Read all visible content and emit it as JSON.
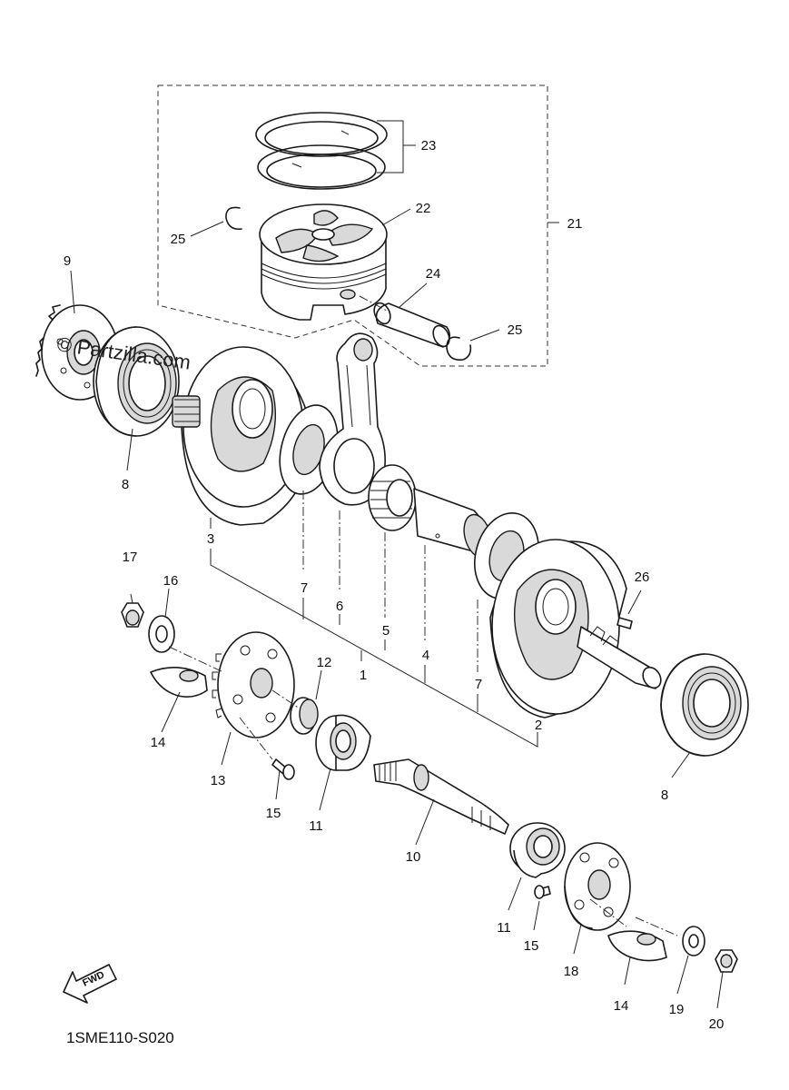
{
  "diagram": {
    "code": "1SME110-S020",
    "watermark": "© Partzilla.com",
    "fwd_label": "FWD",
    "callouts": [
      {
        "id": "c1",
        "text": "1"
      },
      {
        "id": "c2",
        "text": "2"
      },
      {
        "id": "c3",
        "text": "3"
      },
      {
        "id": "c4",
        "text": "4"
      },
      {
        "id": "c5",
        "text": "5"
      },
      {
        "id": "c6",
        "text": "6"
      },
      {
        "id": "c7a",
        "text": "7"
      },
      {
        "id": "c7b",
        "text": "7"
      },
      {
        "id": "c8a",
        "text": "8"
      },
      {
        "id": "c8b",
        "text": "8"
      },
      {
        "id": "c9",
        "text": "9"
      },
      {
        "id": "c10",
        "text": "10"
      },
      {
        "id": "c11a",
        "text": "11"
      },
      {
        "id": "c11b",
        "text": "11"
      },
      {
        "id": "c12",
        "text": "12"
      },
      {
        "id": "c13",
        "text": "13"
      },
      {
        "id": "c14a",
        "text": "14"
      },
      {
        "id": "c14b",
        "text": "14"
      },
      {
        "id": "c15a",
        "text": "15"
      },
      {
        "id": "c15b",
        "text": "15"
      },
      {
        "id": "c16",
        "text": "16"
      },
      {
        "id": "c17",
        "text": "17"
      },
      {
        "id": "c18",
        "text": "18"
      },
      {
        "id": "c19",
        "text": "19"
      },
      {
        "id": "c20",
        "text": "20"
      },
      {
        "id": "c21",
        "text": "21"
      },
      {
        "id": "c22",
        "text": "22"
      },
      {
        "id": "c23",
        "text": "23"
      },
      {
        "id": "c24",
        "text": "24"
      },
      {
        "id": "c25a",
        "text": "25"
      },
      {
        "id": "c25b",
        "text": "25"
      },
      {
        "id": "c26",
        "text": "26"
      }
    ]
  }
}
